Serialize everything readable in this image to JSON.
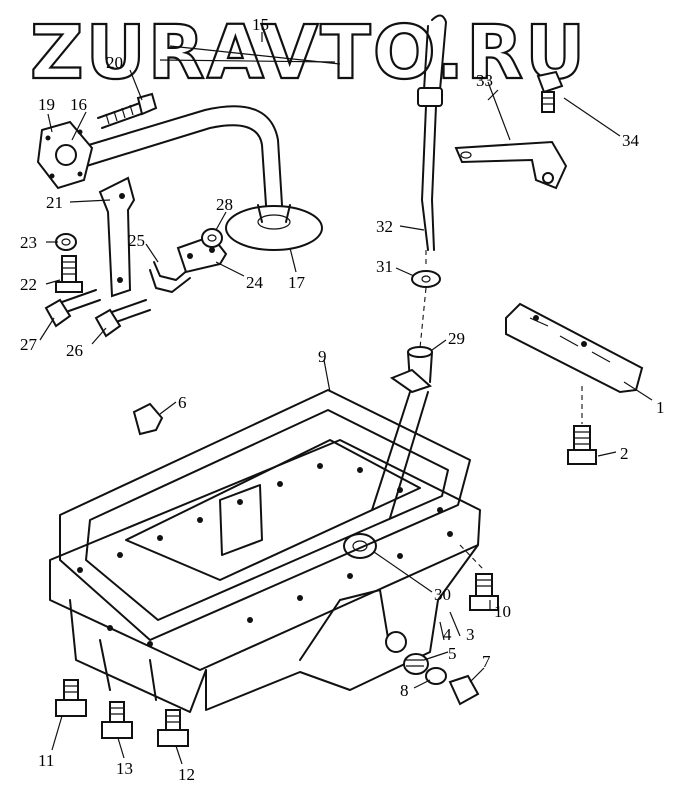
{
  "watermark": "ZURAVTO.RU",
  "callouts": [
    {
      "id": "1",
      "label": "1"
    },
    {
      "id": "2",
      "label": "2"
    },
    {
      "id": "3",
      "label": "3"
    },
    {
      "id": "4",
      "label": "4"
    },
    {
      "id": "5",
      "label": "5"
    },
    {
      "id": "6",
      "label": "6"
    },
    {
      "id": "7",
      "label": "7"
    },
    {
      "id": "8",
      "label": "8"
    },
    {
      "id": "9",
      "label": "9"
    },
    {
      "id": "10",
      "label": "10"
    },
    {
      "id": "11",
      "label": "11"
    },
    {
      "id": "12",
      "label": "12"
    },
    {
      "id": "13",
      "label": "13"
    },
    {
      "id": "15",
      "label": "15"
    },
    {
      "id": "16",
      "label": "16"
    },
    {
      "id": "17",
      "label": "17"
    },
    {
      "id": "19",
      "label": "19"
    },
    {
      "id": "20",
      "label": "20"
    },
    {
      "id": "21",
      "label": "21"
    },
    {
      "id": "22",
      "label": "22"
    },
    {
      "id": "23",
      "label": "23"
    },
    {
      "id": "24",
      "label": "24"
    },
    {
      "id": "25",
      "label": "25"
    },
    {
      "id": "26",
      "label": "26"
    },
    {
      "id": "27",
      "label": "27"
    },
    {
      "id": "28",
      "label": "28"
    },
    {
      "id": "29",
      "label": "29"
    },
    {
      "id": "30",
      "label": "30"
    },
    {
      "id": "31",
      "label": "31"
    },
    {
      "id": "32",
      "label": "32"
    },
    {
      "id": "33",
      "label": "33"
    },
    {
      "id": "34",
      "label": "34"
    }
  ]
}
